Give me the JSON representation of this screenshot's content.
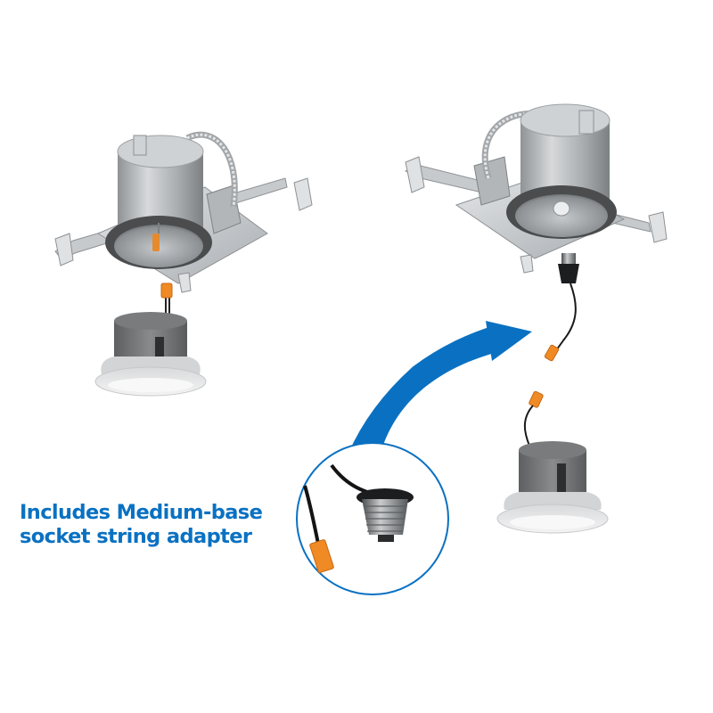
{
  "caption": {
    "line1": "Includes Medium-base",
    "line2": "socket string adapter",
    "color": "#0a71c2"
  },
  "colors": {
    "accent_blue": "#0a71c2",
    "connector_orange": "#f08a24",
    "housing_silver": "#b9bcbf",
    "module_gray": "#6e6f71",
    "trim_white": "#e9eaeb",
    "background": "#ffffff"
  },
  "illustration": {
    "left_fixture": "recessed-housing-with-led-connector",
    "left_module": "led-retrofit-module",
    "right_fixture": "recessed-housing-with-medium-base-socket",
    "right_adapter": "socket-string-adapter",
    "right_module": "led-retrofit-module",
    "callout": "adapter-closeup-circle",
    "arrow": "curved-arrow-to-adapter"
  }
}
